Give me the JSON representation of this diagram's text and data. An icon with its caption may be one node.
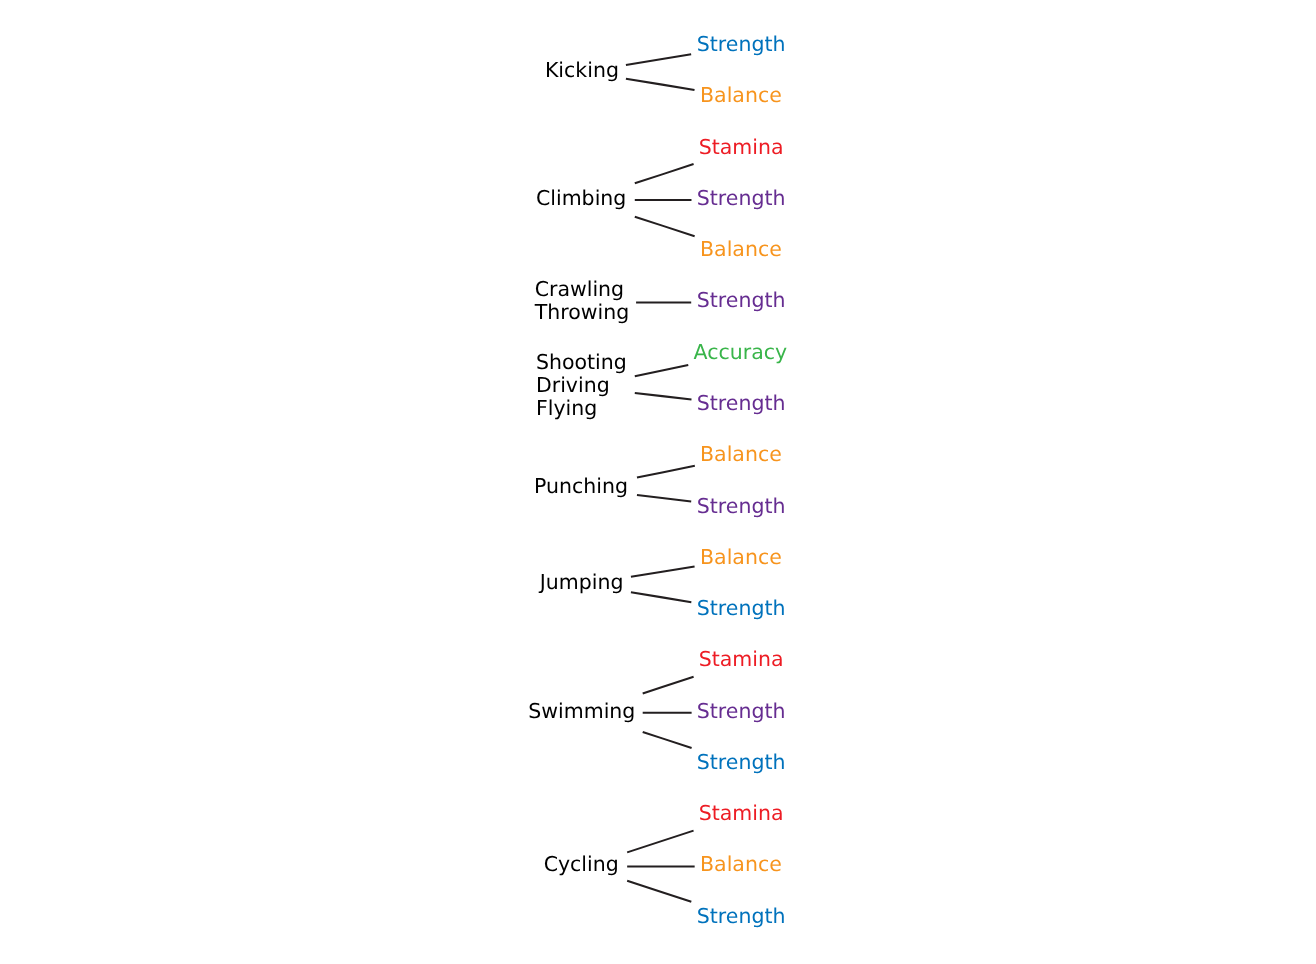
{
  "diagram": {
    "nodes": [
      {
        "text": [
          "Cycling"
        ]
      },
      {
        "text": [
          "Stamina"
        ]
      },
      {
        "text": [
          "Balance"
        ]
      },
      {
        "text": [
          "Strength"
        ]
      },
      {
        "text": [
          "Swimming"
        ]
      },
      {
        "text": [
          "Stamina"
        ]
      },
      {
        "text": [
          "Strength"
        ]
      },
      {
        "text": [
          "Strength"
        ]
      },
      {
        "text": [
          "Jumping"
        ]
      },
      {
        "text": [
          "Balance"
        ]
      },
      {
        "text": [
          "Strength"
        ]
      },
      {
        "text": [
          "Punching"
        ]
      },
      {
        "text": [
          "Balance"
        ]
      },
      {
        "text": [
          "Strength"
        ]
      },
      {
        "text": [
          "Shooting",
          "Driving",
          "Flying"
        ]
      },
      {
        "text": [
          "Accuracy"
        ]
      },
      {
        "text": [
          "Strength"
        ]
      },
      {
        "text": [
          "Crawling",
          "Throwing"
        ]
      },
      {
        "text": [
          "Strength"
        ]
      },
      {
        "text": [
          "Climbing"
        ]
      },
      {
        "text": [
          "Stamina"
        ]
      },
      {
        "text": [
          "Strength"
        ]
      },
      {
        "text": [
          "Balance"
        ]
      },
      {
        "text": [
          "Kicking"
        ]
      },
      {
        "text": [
          "Strength"
        ]
      },
      {
        "text": [
          "Balance"
        ]
      }
    ],
    "edges": [
      {
        "from": 0,
        "to": 1,
        "arrow": "none"
      },
      {
        "from": 0,
        "to": 2,
        "arrow": "none"
      },
      {
        "from": 0,
        "to": 3,
        "arrow": "none"
      },
      {
        "from": 4,
        "to": 5,
        "arrow": "none"
      },
      {
        "from": 4,
        "to": 6,
        "arrow": "none"
      },
      {
        "from": 4,
        "to": 7,
        "arrow": "none"
      },
      {
        "from": 8,
        "to": 9,
        "arrow": "none"
      },
      {
        "from": 8,
        "to": 10,
        "arrow": "none"
      },
      {
        "from": 11,
        "to": 12,
        "arrow": "none"
      },
      {
        "from": 11,
        "to": 13,
        "arrow": "none"
      },
      {
        "from": 14,
        "to": 15,
        "arrow": "none"
      },
      {
        "from": 14,
        "to": 16,
        "arrow": "none"
      },
      {
        "from": 17,
        "to": 18,
        "arrow": "none"
      },
      {
        "from": 19,
        "to": 20,
        "arrow": "none"
      },
      {
        "from": 19,
        "to": 21,
        "arrow": "none"
      },
      {
        "from": 19,
        "to": 22,
        "arrow": "none"
      },
      {
        "from": 23,
        "to": 24,
        "arrow": "none"
      },
      {
        "from": 23,
        "to": 25,
        "arrow": "none"
      }
    ]
  }
}
